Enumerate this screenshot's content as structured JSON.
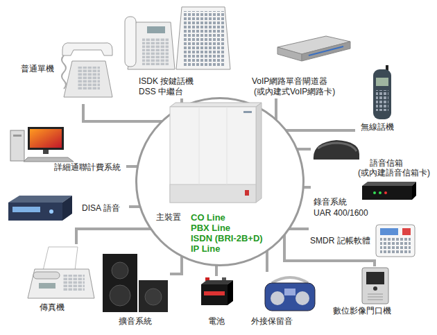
{
  "diagram": {
    "nodes": [
      {
        "text": [
          "主裝置",
          "CO Line",
          "PBX Line",
          "ISDN (BRI-2B+D)",
          "IP Line"
        ]
      },
      {
        "text": [
          "普通單機"
        ]
      },
      {
        "text": [
          "ISDK 按鍵話機",
          "DSS 中繼台"
        ]
      },
      {
        "text": [
          "VoIP網路單音閘道器",
          "(或內建式VoIP網路卡)"
        ]
      },
      {
        "text": [
          "無線話機"
        ]
      },
      {
        "text": [
          "詳細通聯計費系統"
        ]
      },
      {
        "text": [
          "語音信箱",
          "(或內建語音信箱卡)"
        ]
      },
      {
        "text": [
          "DISA 語音"
        ]
      },
      {
        "text": [
          "錄音系統",
          "UAR 400/1600"
        ]
      },
      {
        "text": [
          "SMDR 記帳軟體"
        ]
      },
      {
        "text": [
          "傳真機"
        ]
      },
      {
        "text": [
          "擴音系統"
        ]
      },
      {
        "text": [
          "電池"
        ]
      },
      {
        "text": [
          "外接保留音"
        ]
      },
      {
        "text": [
          "數位影像門口機"
        ]
      }
    ],
    "edges": [
      {
        "from": 0,
        "to": 1,
        "arrow": "none"
      },
      {
        "from": 0,
        "to": 2,
        "arrow": "none"
      },
      {
        "from": 0,
        "to": 3,
        "arrow": "none"
      },
      {
        "from": 0,
        "to": 4,
        "arrow": "none"
      },
      {
        "from": 0,
        "to": 5,
        "arrow": "none"
      },
      {
        "from": 0,
        "to": 6,
        "arrow": "none"
      },
      {
        "from": 0,
        "to": 7,
        "arrow": "none"
      },
      {
        "from": 0,
        "to": 8,
        "arrow": "none"
      },
      {
        "from": 0,
        "to": 9,
        "arrow": "none"
      },
      {
        "from": 0,
        "to": 10,
        "arrow": "none"
      },
      {
        "from": 0,
        "to": 11,
        "arrow": "none"
      },
      {
        "from": 0,
        "to": 12,
        "arrow": "none"
      },
      {
        "from": 0,
        "to": 13,
        "arrow": "none"
      },
      {
        "from": 0,
        "to": 14,
        "arrow": "none"
      }
    ]
  }
}
